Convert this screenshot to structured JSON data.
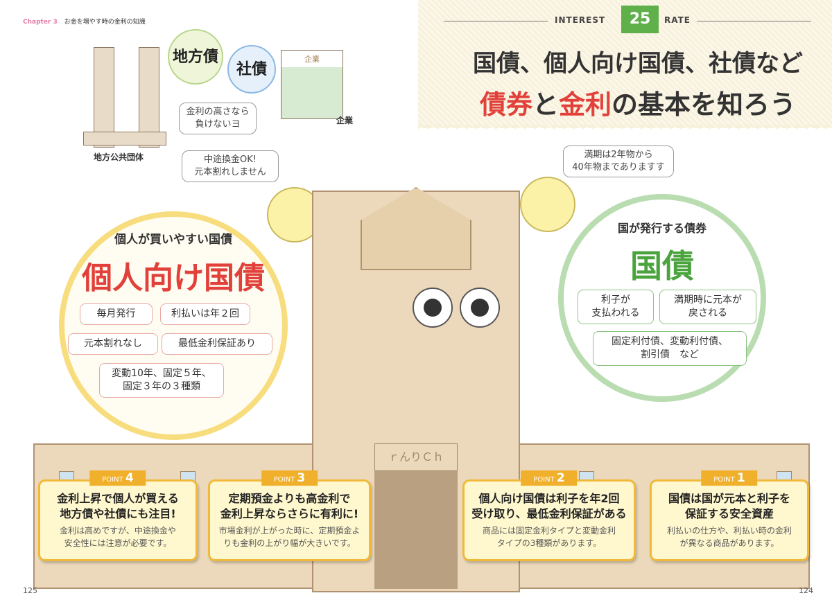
{
  "chapter": {
    "label": "Chapter 3",
    "title": "お金を増やす時の金利の知識"
  },
  "header": {
    "left_word": "INTEREST",
    "number": "25",
    "right_word": "RATE",
    "title_line1": "国債、個人向け国債、社債など",
    "title_line2_a": "債券",
    "title_line2_b": "と",
    "title_line2_c": "金利",
    "title_line2_d": "の基本を知ろう"
  },
  "top_illustration": {
    "chihousai": "地方債",
    "shasai": "社債",
    "kigyou_sign": "企業",
    "kigyou_label": "企業",
    "local_gov_label": "地方公共団体",
    "bubble_rate": [
      "金利の高さなら",
      "負けないヨ"
    ],
    "bubble_cash": [
      "中途換金OK!",
      "元本割れしません"
    ],
    "bubble_term": [
      "満期は2年物から",
      "40年物までありますす"
    ]
  },
  "left_circle": {
    "subtitle": "個人が買いやすい国債",
    "title": "個人向け国債",
    "pills": [
      "毎月発行",
      "利払いは年２回",
      "元本割れなし",
      "最低金利保証あり",
      "変動10年、固定５年、",
      "固定３年の３種類"
    ]
  },
  "right_circle": {
    "subtitle": "国が発行する債券",
    "title": "国債",
    "pills": [
      "利子が",
      "支払われる",
      "満期時に元本が",
      "戻される",
      "固定利付債、変動利付債、",
      "割引債　など"
    ]
  },
  "building": {
    "sign": "ｒんりＣｈ"
  },
  "points": [
    {
      "tag": "POINT",
      "num": "4",
      "heading": [
        "金利上昇で個人が買える",
        "地方債や社債にも注目!"
      ],
      "body": [
        "金利は高めですが、中途換金や",
        "安全性には注意が必要です。"
      ]
    },
    {
      "tag": "POINT",
      "num": "3",
      "heading": [
        "定期預金よりも高金利で",
        "金利上昇ならさらに有利に!"
      ],
      "body": [
        "市場金利が上がった時に、定期預金よ",
        "りも金利の上がり幅が大きいです。"
      ]
    },
    {
      "tag": "POINT",
      "num": "2",
      "heading": [
        "個人向け国債は利子を年2回",
        "受け取り、最低金利保証がある"
      ],
      "body": [
        "商品には固定金利タイプと変動金利",
        "タイプの3種類があります。"
      ]
    },
    {
      "tag": "POINT",
      "num": "1",
      "heading": [
        "国債は国が元本と利子を",
        "保証する安全資産"
      ],
      "body": [
        "利払いの仕方や、利払い時の金利",
        "が異なる商品があります。"
      ]
    }
  ],
  "page_numbers": {
    "left": "125",
    "right": "124"
  },
  "colors": {
    "accent_red": "#e1413a",
    "green": "#5fb04a",
    "point_orange": "#f0b02c",
    "chapter_pink": "#e37ca5"
  }
}
